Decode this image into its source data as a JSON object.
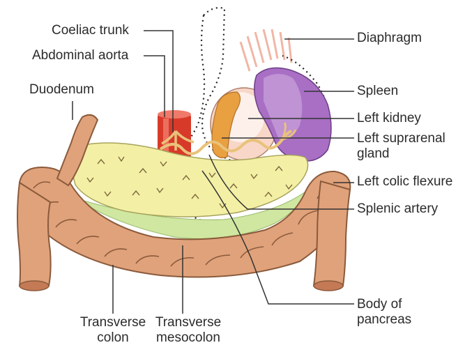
{
  "labels": {
    "coeliac_trunk": "Coeliac trunk",
    "abdominal_aorta": "Abdominal aorta",
    "duodenum": "Duodenum",
    "diaphragm": "Diaphragm",
    "spleen": "Spleen",
    "left_kidney": "Left kidney",
    "left_suprarenal_line1": "Left suprarenal",
    "left_suprarenal_line2": "gland",
    "left_colic_flexure": "Left colic flexure",
    "splenic_artery": "Splenic artery",
    "body_of_pancreas_line1": "Body of",
    "body_of_pancreas_line2": "pancreas",
    "transverse_colon_line1": "Transverse",
    "transverse_colon_line2": "colon",
    "transverse_mesocolon_line1": "Transverse",
    "transverse_mesocolon_line2": "mesocolon"
  },
  "colors": {
    "colon": "#e0a27a",
    "colon_outline": "#8a5a3c",
    "pancreas": "#f3f0a6",
    "mesocolon": "#cfe7a0",
    "spleen": "#a86fc4",
    "kidney": "#f8d7c8",
    "suprarenal": "#e8a040",
    "aorta": "#d83a2a",
    "artery": "#e9c27a",
    "diaphragm": "#f1b6a6",
    "leader_line": "#333333"
  }
}
